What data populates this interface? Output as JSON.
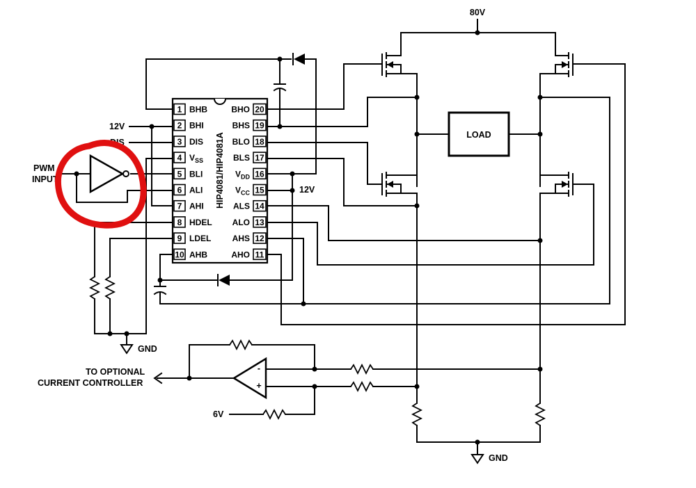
{
  "supplies": {
    "v80": "80V",
    "v12_left": "12V",
    "v12_right": "12V",
    "v6": "6V",
    "gnd_left": "GND",
    "gnd_bottom": "GND"
  },
  "signals": {
    "dis": "DIS",
    "pwm_line1": "PWM",
    "pwm_line2": "INPUT",
    "optional_line1": "TO OPTIONAL",
    "optional_line2": "CURRENT CONTROLLER"
  },
  "ic": {
    "part": "HIP4081/HIP4081A",
    "left_pins": [
      {
        "num": "1",
        "name": "BHB"
      },
      {
        "num": "2",
        "name": "BHI"
      },
      {
        "num": "3",
        "name": "DIS"
      },
      {
        "num": "4",
        "name": "V",
        "sub": "SS"
      },
      {
        "num": "5",
        "name": "BLI"
      },
      {
        "num": "6",
        "name": "ALI"
      },
      {
        "num": "7",
        "name": "AHI"
      },
      {
        "num": "8",
        "name": "HDEL"
      },
      {
        "num": "9",
        "name": "LDEL"
      },
      {
        "num": "10",
        "name": "AHB"
      }
    ],
    "right_pins": [
      {
        "num": "20",
        "name": "BHO"
      },
      {
        "num": "19",
        "name": "BHS"
      },
      {
        "num": "18",
        "name": "BLO"
      },
      {
        "num": "17",
        "name": "BLS"
      },
      {
        "num": "16",
        "name": "V",
        "sub": "DD"
      },
      {
        "num": "15",
        "name": "V",
        "sub": "CC"
      },
      {
        "num": "14",
        "name": "ALS"
      },
      {
        "num": "13",
        "name": "ALO"
      },
      {
        "num": "12",
        "name": "AHS"
      },
      {
        "num": "11",
        "name": "AHO"
      }
    ]
  },
  "load": {
    "label": "LOAD"
  },
  "opamp": {
    "minus": "-",
    "plus": "+"
  },
  "annotation": {
    "color": "#e01010"
  }
}
